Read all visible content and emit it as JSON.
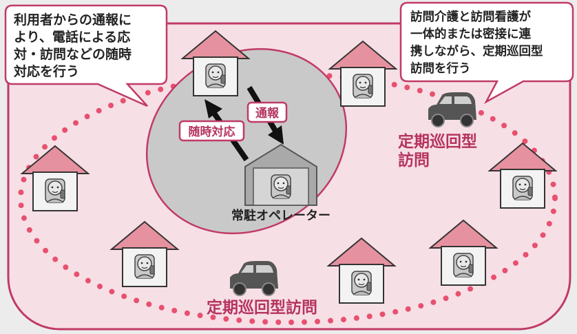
{
  "bubble_left": {
    "lines": [
      "利用者からの通報に",
      "より、電話による応",
      "対・訪問などの随時",
      "対応を行う"
    ]
  },
  "bubble_right": {
    "lines": [
      "訪問介護と訪問看護が",
      "一体的または密接に連",
      "携しながら、定期巡回型",
      "訪問を行う"
    ]
  },
  "label_zuiji": "随時対応",
  "label_tsuho": "通報",
  "label_operator": "常駐オペレーター",
  "label_teiki_right": [
    "定期巡回型",
    "訪問"
  ],
  "label_teiki_bottom": "定期巡回型訪問",
  "colors": {
    "accent": "#b5345f",
    "zone_fill": "#f7dfe6",
    "zone_stroke": "#c03a66",
    "roof": "#e6919f",
    "dots": "#e7516f",
    "ellipse_fill": "#c9c9c9",
    "car": "#555555"
  }
}
